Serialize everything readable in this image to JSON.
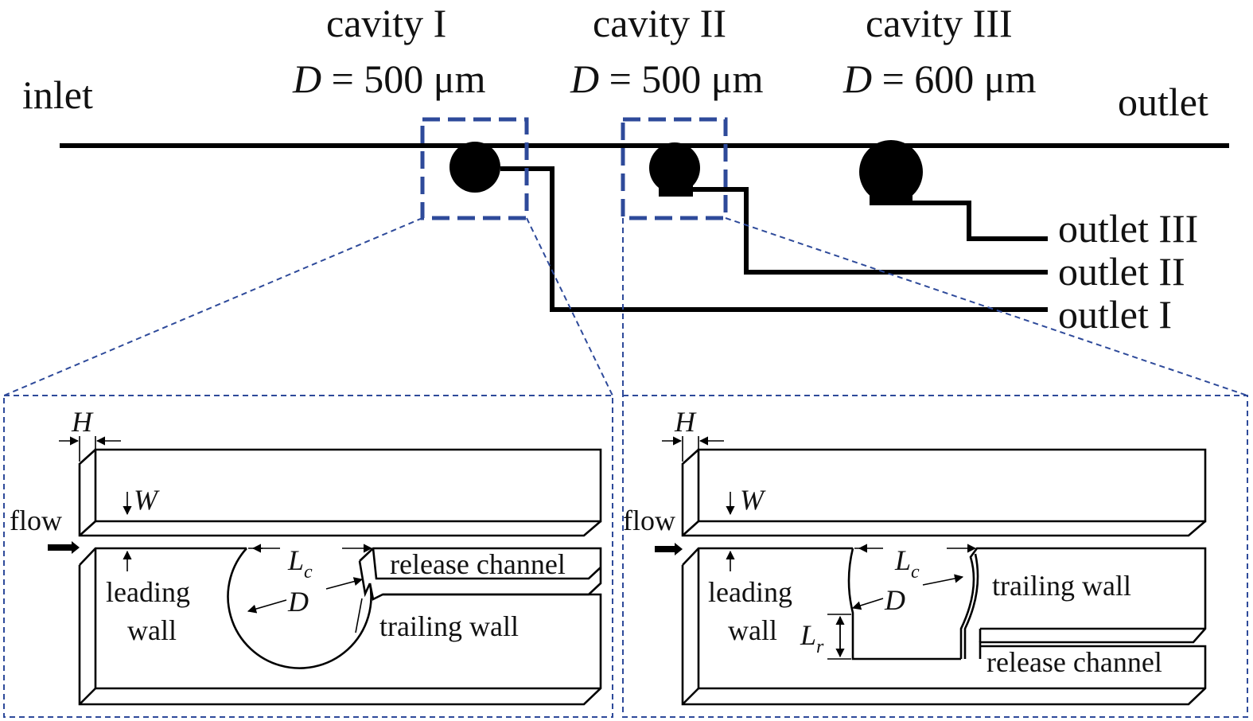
{
  "top": {
    "inlet": "inlet",
    "outlet": "outlet",
    "cavities": [
      {
        "name": "cavity I",
        "d_var": "D",
        "d_eq": " = 500 μm"
      },
      {
        "name": "cavity II",
        "d_var": "D",
        "d_eq": " = 500 μm"
      },
      {
        "name": "cavity III",
        "d_var": "D",
        "d_eq": " = 600 μm"
      }
    ],
    "outlets": [
      "outlet III",
      "outlet II",
      "outlet I"
    ]
  },
  "panel_left": {
    "H": "H",
    "W": "W",
    "flow": "flow",
    "Lc_main": "L",
    "Lc_sub": "c",
    "D": "D",
    "leading_line1": "leading",
    "leading_line2": "wall",
    "release": "release channel",
    "trailing": "trailing wall"
  },
  "panel_right": {
    "H": "H",
    "W": "W",
    "flow": "flow",
    "Lc_main": "L",
    "Lc_sub": "c",
    "D": "D",
    "Lr_main": "L",
    "Lr_sub": "r",
    "leading_line1": "leading",
    "leading_line2": "wall",
    "release": "release channel",
    "trailing": "trailing wall"
  },
  "colors": {
    "zoom_box": "#2e4a9a",
    "ink": "#000000"
  }
}
